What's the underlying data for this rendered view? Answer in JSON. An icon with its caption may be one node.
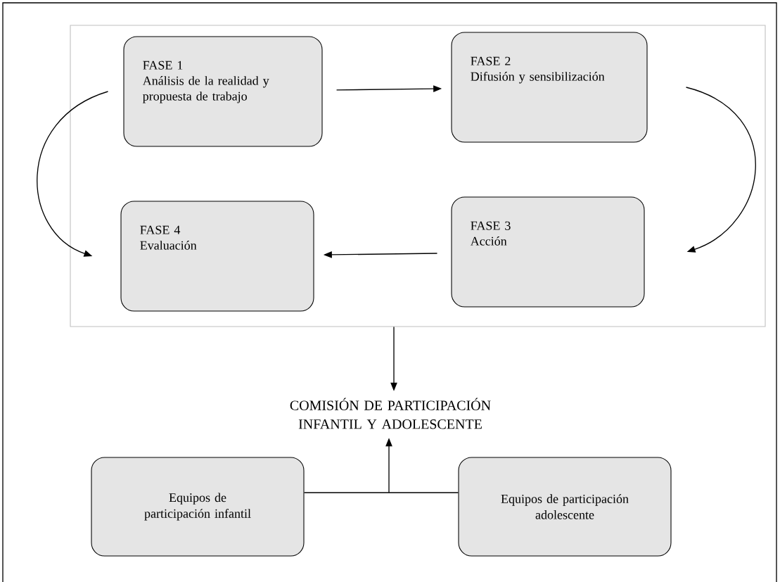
{
  "diagram": {
    "nodes": [
      {
        "text": [],
        "shape": "box"
      },
      {
        "text": [
          "FASE 1",
          "Análisis de la realidad y propuesta de trabajo"
        ],
        "in": 0
      },
      {
        "text": [
          "FASE 2",
          "Difusión y sensibilización"
        ],
        "in": 0
      },
      {
        "text": [
          "FASE 4",
          "Evaluación"
        ],
        "in": 0
      },
      {
        "text": [
          "FASE 3",
          "Acción"
        ],
        "in": 0
      },
      {
        "text": [
          "COMISIÓN DE PARTICIPACIÓN INFANTIL Y ADOLESCENTE"
        ]
      },
      {
        "text": [
          "Equipos de participación infantil"
        ]
      },
      {
        "text": [
          "Equipos de participación adolescente"
        ]
      }
    ],
    "edges": [
      {
        "from": 1,
        "to": 2,
        "arrow": "to"
      },
      {
        "from": 2,
        "to": 4,
        "arrow": "to"
      },
      {
        "from": 4,
        "to": 3,
        "arrow": "to"
      },
      {
        "from": 1,
        "to": 3,
        "arrow": "to"
      },
      {
        "from": 0,
        "to": 5,
        "arrow": "to"
      },
      {
        "from": 6,
        "to": 5,
        "arrow": "to"
      },
      {
        "from": 7,
        "to": 5,
        "arrow": "to"
      }
    ]
  }
}
